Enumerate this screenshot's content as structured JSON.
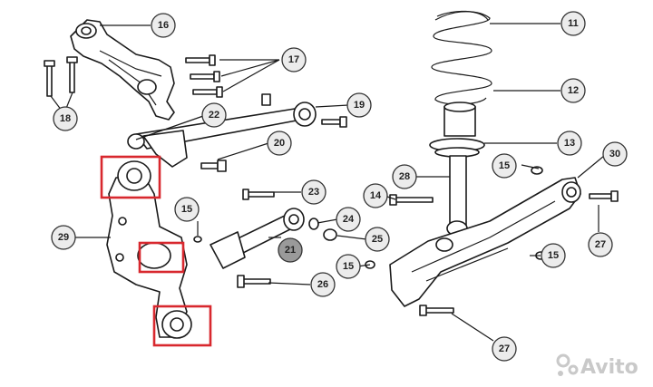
{
  "watermark": "Avito",
  "callout_labels": [
    "16",
    "17",
    "18",
    "22",
    "19",
    "20",
    "11",
    "12",
    "13",
    "15",
    "28",
    "30",
    "14",
    "23",
    "24",
    "25",
    "21",
    "15",
    "15",
    "26",
    "29",
    "27",
    "15",
    "27"
  ],
  "highlighted_callout": "21",
  "colors": {
    "highlight": "#d8282e",
    "callout_fill": "#ececec",
    "callout_dark_fill": "#9a9a9a",
    "watermark": "#c9c9c9"
  }
}
